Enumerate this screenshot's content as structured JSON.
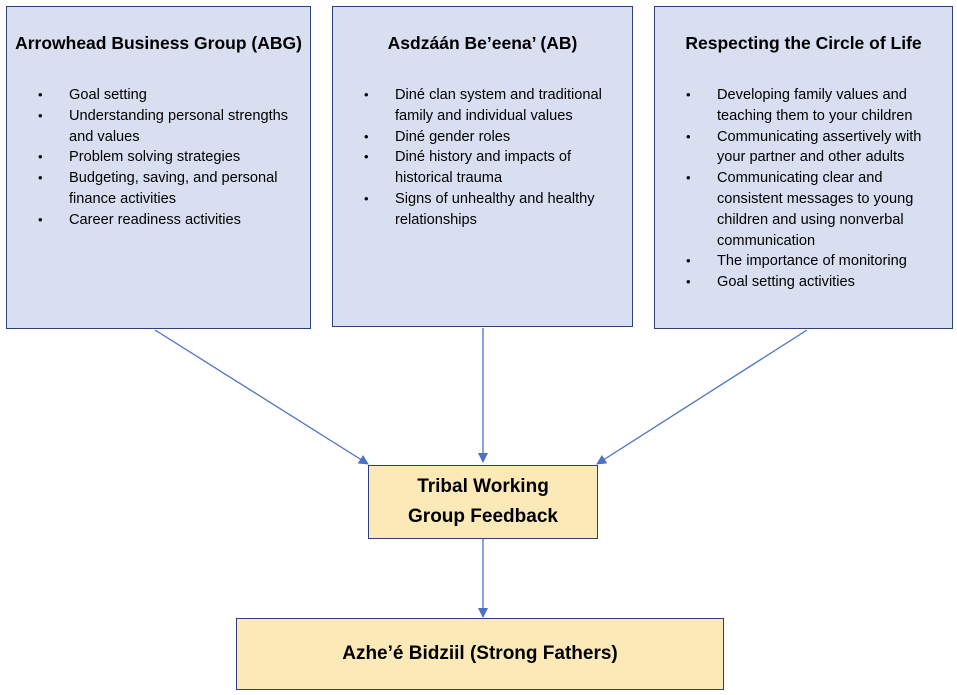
{
  "programs": [
    {
      "title": "Arrowhead Business Group (ABG)",
      "items": [
        "Goal setting",
        "Understanding personal strengths and values",
        "Problem solving strategies",
        "Budgeting, saving, and personal finance activities",
        "Career readiness activities"
      ]
    },
    {
      "title": "Asdzáán Be’eena’ (AB)",
      "items": [
        "Diné clan system and traditional family and individual values",
        "Diné gender roles",
        "Diné history and impacts of historical trauma",
        "Signs of unhealthy and healthy relationships"
      ]
    },
    {
      "title": "Respecting the Circle of Life",
      "items": [
        "Developing family values and teaching them to your children",
        "Communicating assertively with your partner and other adults",
        "Communicating clear and consistent messages to young children and using nonverbal communication",
        "The importance of monitoring",
        "Goal setting activities"
      ]
    }
  ],
  "feedback": {
    "title": "Tribal Working Group Feedback"
  },
  "outcome": {
    "title": "Azhe’é Bidziil (Strong Fathers)"
  },
  "colors": {
    "program_fill": "#d8dff0",
    "result_fill": "#fbeab8",
    "border": "#2f3f77",
    "arrow": "#4a72c4"
  }
}
